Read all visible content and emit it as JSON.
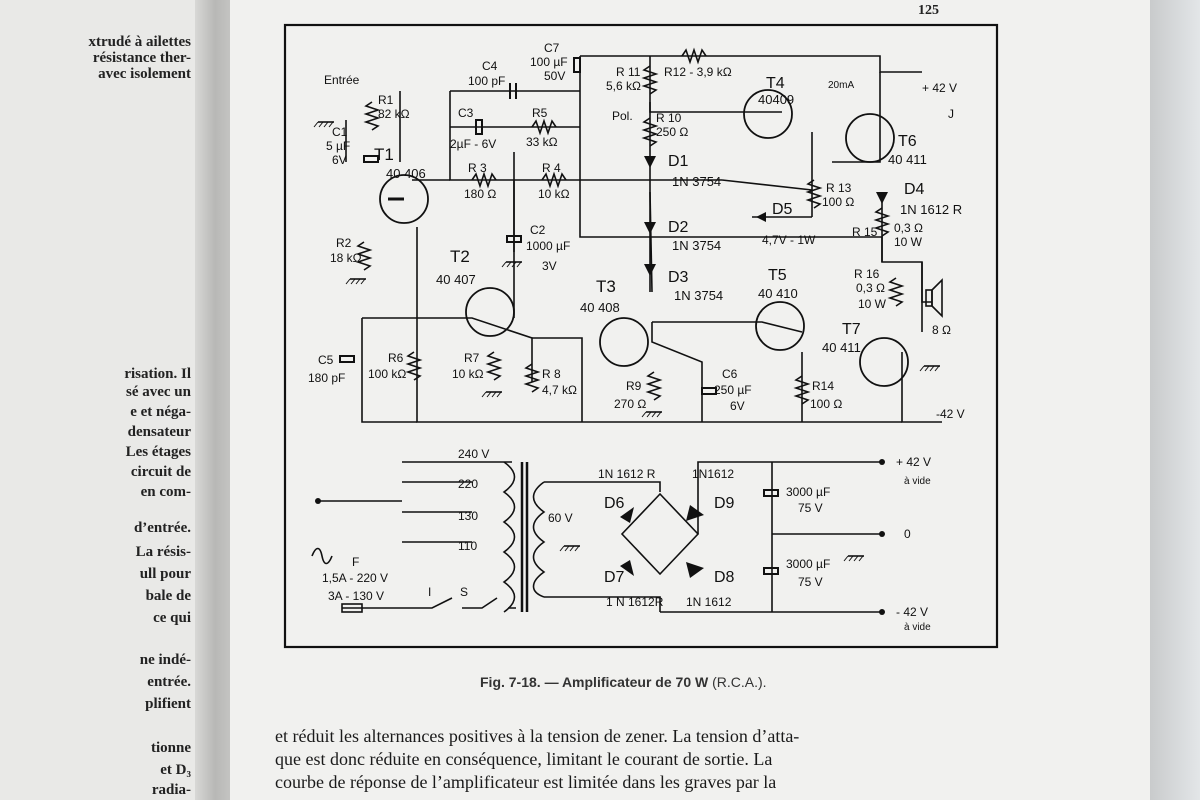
{
  "left_page": {
    "lines": [
      "xtrudé à ailettes",
      "résistance ther-",
      "avec isolement",
      "risation. Il",
      "sé avec un",
      "e et néga-",
      "densateur",
      "Les étages",
      "circuit de",
      "en com-",
      "d’entrée.",
      "La résis-",
      "ull pour",
      "bale de",
      "ce qui",
      "ne indé-",
      "entrée.",
      "plifient",
      "tionne",
      "et D₃",
      "radia-"
    ]
  },
  "page_number": "125",
  "caption": {
    "fig": "Fig. 7-18.",
    "title": "— Amplificateur de 70 W",
    "source": "(R.C.A.)."
  },
  "body_lines": [
    "et réduit les alternances positives à la tension de zener. La tension d’atta-",
    "que est donc réduite en conséquence, limitant le courant de sortie. La",
    "courbe de réponse de l’amplificateur est limitée dans les graves par la"
  ],
  "schematic": {
    "input": "Entrée",
    "R1": "R1",
    "R1v": "82 kΩ",
    "C1": "C1",
    "C1v1": "5 µF",
    "C1v2": "6V",
    "T1": "T1",
    "T1v": "40 406",
    "R2": "R2",
    "R2v": "18 kΩ",
    "C4": "C4",
    "C4v": "100 pF",
    "C3": "C3",
    "C3v": "2µF - 6V",
    "R5": "R5",
    "R5v": "33 kΩ",
    "R3": "R 3",
    "R3v": "180 Ω",
    "R4": "R 4",
    "R4v": "10 kΩ",
    "C2": "C2",
    "C2v1": "1000 µF",
    "C2v2": "3V",
    "C7": "C7",
    "C7v1": "100 µF",
    "C7v2": "50V",
    "R11": "R 11",
    "R11v": "5,6 kΩ",
    "R12": "R12 - 3,9 kΩ",
    "pol": "Pol.",
    "R10": "R 10",
    "R10v": "250 Ω",
    "D1": "D1",
    "D1v": "1N 3754",
    "D2": "D2",
    "D2v": "1N 3754",
    "D3": "D3",
    "D3v": "1N 3754",
    "D5": "D5",
    "D5v": "4,7V - 1W",
    "T4": "T4",
    "T4v": "40409",
    "T6": "T6",
    "T6v": "40 411",
    "ma": "20mA",
    "plus42": "+ 42 V",
    "J": "J",
    "R13": "R 13",
    "R13v": "100 Ω",
    "D4": "D4",
    "D4v": "1N 1612 R",
    "R15": "R 15",
    "R15v1": "0,3 Ω",
    "R15v2": "10 W",
    "R16": "R 16",
    "R16v1": "0,3 Ω",
    "R16v2": "10 W",
    "spk": "8 Ω",
    "T2": "T2",
    "T2v": "40 407",
    "T3": "T3",
    "T3v": "40 408",
    "T5": "T5",
    "T5v": "40 410",
    "T7": "T7",
    "T7v": "40 411",
    "C5": "C5",
    "C5v": "180 pF",
    "R6": "R6",
    "R6v": "100 kΩ",
    "R7": "R7",
    "R7v": "10 kΩ",
    "R8": "R 8",
    "R8v": "4,7 kΩ",
    "R9": "R9",
    "R9v": "270 Ω",
    "C6": "C6",
    "C6v1": "250 µF",
    "C6v2": "6V",
    "R14": "R14",
    "R14v": "100 Ω",
    "minus42": "-42 V",
    "v240": "240 V",
    "v220": "220",
    "v130": "130",
    "v110": "110",
    "v60": "60 V",
    "F": "F",
    "fuse1": "1,5A - 220 V",
    "fuse2": "3A - 130 V",
    "I": "I",
    "S": "S",
    "D6": "D6",
    "D7": "D7",
    "D8": "D8",
    "D9": "D9",
    "d6v": "1N 1612 R",
    "d9v": "1N1612",
    "d7v": "1 N 1612R",
    "d8v": "1N 1612",
    "cap1": "3000 µF",
    "cap1v": "75 V",
    "cap2": "3000 µF",
    "cap2v": "75 V",
    "out_plus": "+ 42 V",
    "out_zero": "0",
    "out_minus": "- 42 V",
    "avide1": "à vide",
    "avide2": "à vide"
  },
  "colors": {
    "ink": "#111111",
    "paper": "#f1f1ef"
  }
}
